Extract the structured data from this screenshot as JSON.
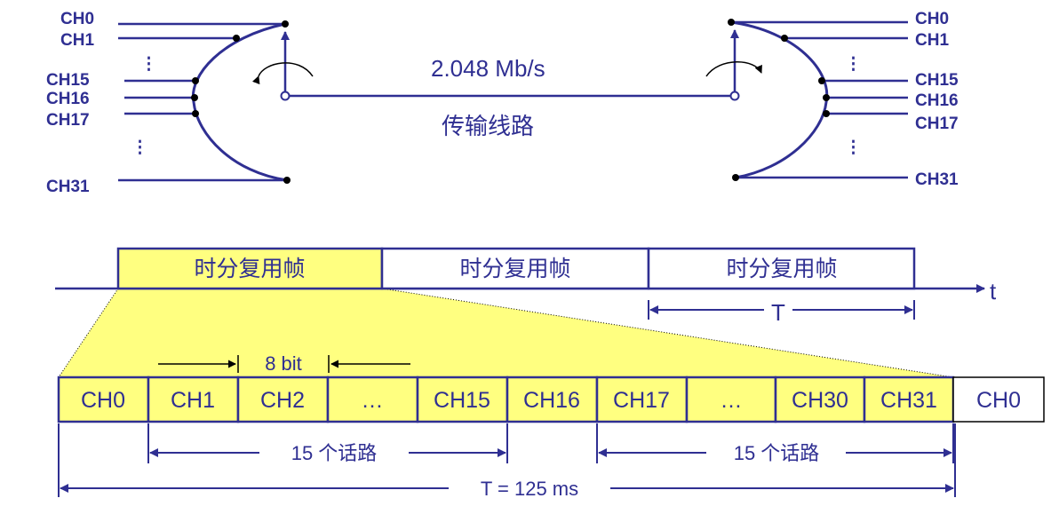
{
  "mux": {
    "left_labels": [
      "CH0",
      "CH1",
      "CH15",
      "CH16",
      "CH17",
      "CH31"
    ],
    "right_labels": [
      "CH0",
      "CH1",
      "CH15",
      "CH16",
      "CH17",
      "CH31"
    ],
    "vdots": "⋮",
    "rate": "2.048 Mb/s",
    "line_label": "传输线路"
  },
  "frames": {
    "labels": [
      "时分复用帧",
      "时分复用帧",
      "时分复用帧"
    ],
    "time_axis_label": "t",
    "period_label": "T"
  },
  "slots": {
    "bit_label": "8 bit",
    "cells": [
      "CH0",
      "CH1",
      "CH2",
      "…",
      "CH15",
      "CH16",
      "CH17",
      "…",
      "CH30",
      "CH31",
      "CH0"
    ],
    "group1_label": "15 个话路",
    "group2_label": "15 个话路",
    "total_label": "T = 125 ms"
  },
  "colors": {
    "ink": "#2f2f92",
    "highlight": "#ffff80",
    "black": "#000000"
  }
}
